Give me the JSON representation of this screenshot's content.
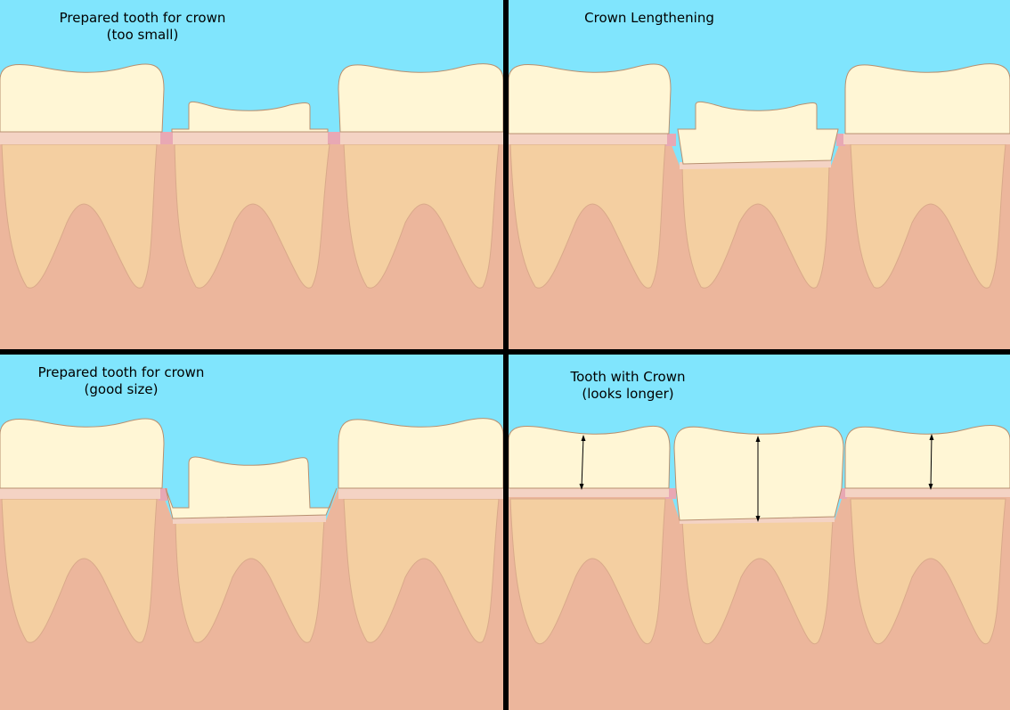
{
  "panels": {
    "too_small": {
      "line1": "Prepared tooth for crown",
      "line2": "(too small)"
    },
    "crown_lengthening": {
      "line1": "Crown Lengthening"
    },
    "good_size": {
      "line1": "Prepared tooth for crown",
      "line2": "(good size)"
    },
    "with_crown": {
      "line1": "Tooth with Crown",
      "line2": "(looks longer)"
    }
  },
  "colors": {
    "sky": "#80e5fd",
    "gum": "#ecb69c",
    "root": "#f4cfa1",
    "crown": "#fff6d5",
    "gum_band": "#f4d3c4",
    "gum_papilla": "#e8a8b4",
    "outline": "#c8a27a"
  }
}
